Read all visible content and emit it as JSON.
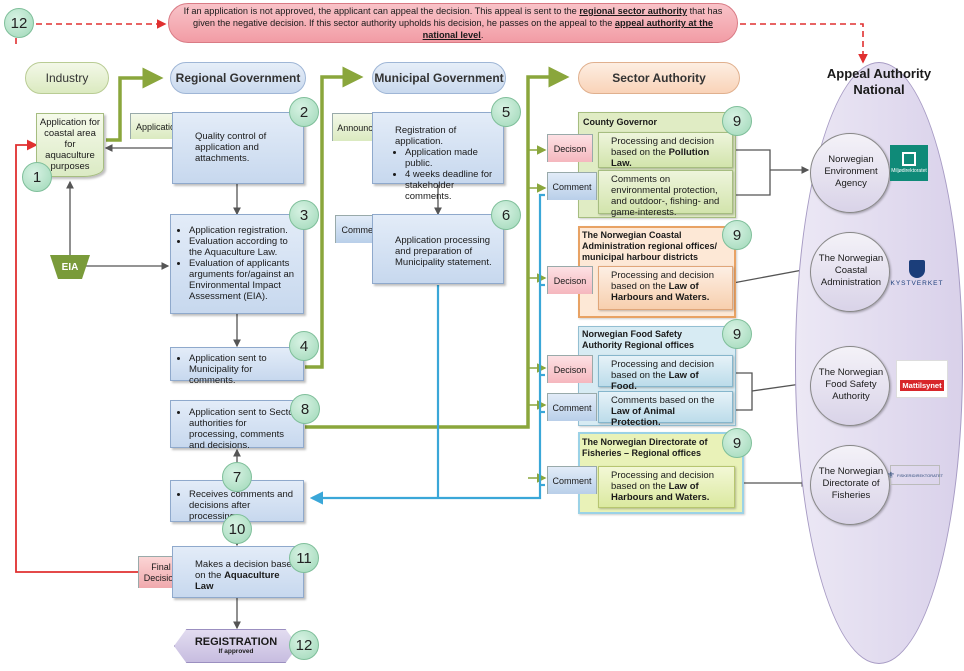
{
  "appeal_note": {
    "part1": "If an application is not approved, the applicant can appeal the decision. This appeal is sent to the ",
    "link1": "regional sector authority",
    "part2": " that has given the negative decision. If this sector authority upholds his decision, he passes on the appeal to the ",
    "link2": "appeal authority at the national level",
    "part3": "."
  },
  "headers": {
    "industry": "Industry",
    "regional": "Regional Government",
    "municipal": "Municipal Government",
    "sector": "Sector Authority",
    "appeal": "Appeal Authority National"
  },
  "industry": {
    "application_doc": "Application for coastal area for aquaculture purposes",
    "eia": "EIA"
  },
  "regional": {
    "tag_application": "Application",
    "step2": "Quality control of application and attachments.",
    "step3": [
      "Application registration.",
      "Evaluation according to the Aquaculture Law.",
      "Evaluation of applicants arguments for/against an Environmental Impact Assessment (EIA)."
    ],
    "step4": "Application sent to Municipality for comments.",
    "step8": "Application sent to Sector authorities for processing, comments and decisions.",
    "step7": "Receives comments and decisions after processing.",
    "tag_final": "Final Decision",
    "step11_prefix": "Makes a decision based on the ",
    "step11_law": "Aquaculture Law",
    "registration": "REGISTRATION",
    "registration_sub": "If approved"
  },
  "municipal": {
    "tag_announced": "Announced",
    "step5": [
      "Registration of application.",
      "Application made public.",
      "4 weeks deadline for stakeholder comments."
    ],
    "tag_comment": "Comment",
    "step6": "Application processing and preparation of Municipality statement."
  },
  "sectors": {
    "county": {
      "title": "County Governor",
      "decision_tag": "Decison",
      "decision_prefix": "Processing and decision based on the ",
      "decision_law": "Pollution Law.",
      "comment_tag": "Comment",
      "comment": "Comments on environmental protection, and outdoor-, fishing- and game-interests."
    },
    "coastal": {
      "title": "The Norwegian Coastal Administration regional offices/ municipal harbour districts",
      "decision_tag": "Decison",
      "decision_prefix": "Processing and decision based on the ",
      "decision_law": "Law of Harbours and Waters."
    },
    "food": {
      "title": "Norwegian Food Safety Authority Regional offices",
      "decision_tag": "Decison",
      "decision_prefix": "Processing and decision based on the ",
      "decision_law": "Law of Food.",
      "comment_tag": "Comment",
      "comment_prefix": "Comments based on the ",
      "comment_law": "Law of Animal Protection."
    },
    "fisheries": {
      "title": "The Norwegian Directorate of Fisheries – Regional offices",
      "comment_tag": "Comment",
      "comment_prefix": "Processing and decision based on the ",
      "comment_law": "Law of Harbours and Waters."
    }
  },
  "appeal_bodies": [
    {
      "name": "Norwegian Environment Agency",
      "logo_text": "Miljødirektoratet"
    },
    {
      "name": "The Norwegian Coastal Administration",
      "logo_text": "KYSTVERKET"
    },
    {
      "name": "The Norwegian Food Safety Authority",
      "logo_text": "Mattilsynet"
    },
    {
      "name": "The Norwegian Directorate of Fisheries",
      "logo_text": "FISKERIDIREKTORATET"
    }
  ],
  "step_numbers": {
    "n1": "1",
    "n2": "2",
    "n3": "3",
    "n4": "4",
    "n5": "5",
    "n6": "6",
    "n7": "7",
    "n8": "8",
    "n9": "9",
    "n10": "10",
    "n11": "11",
    "n12": "12"
  },
  "colors": {
    "green_flow": "#8aa63c",
    "blue_flow": "#3aa7d8",
    "red_flow": "#e03030",
    "regional_box": "#c7d8ee",
    "appeal_oval": "#e2dbf0"
  }
}
